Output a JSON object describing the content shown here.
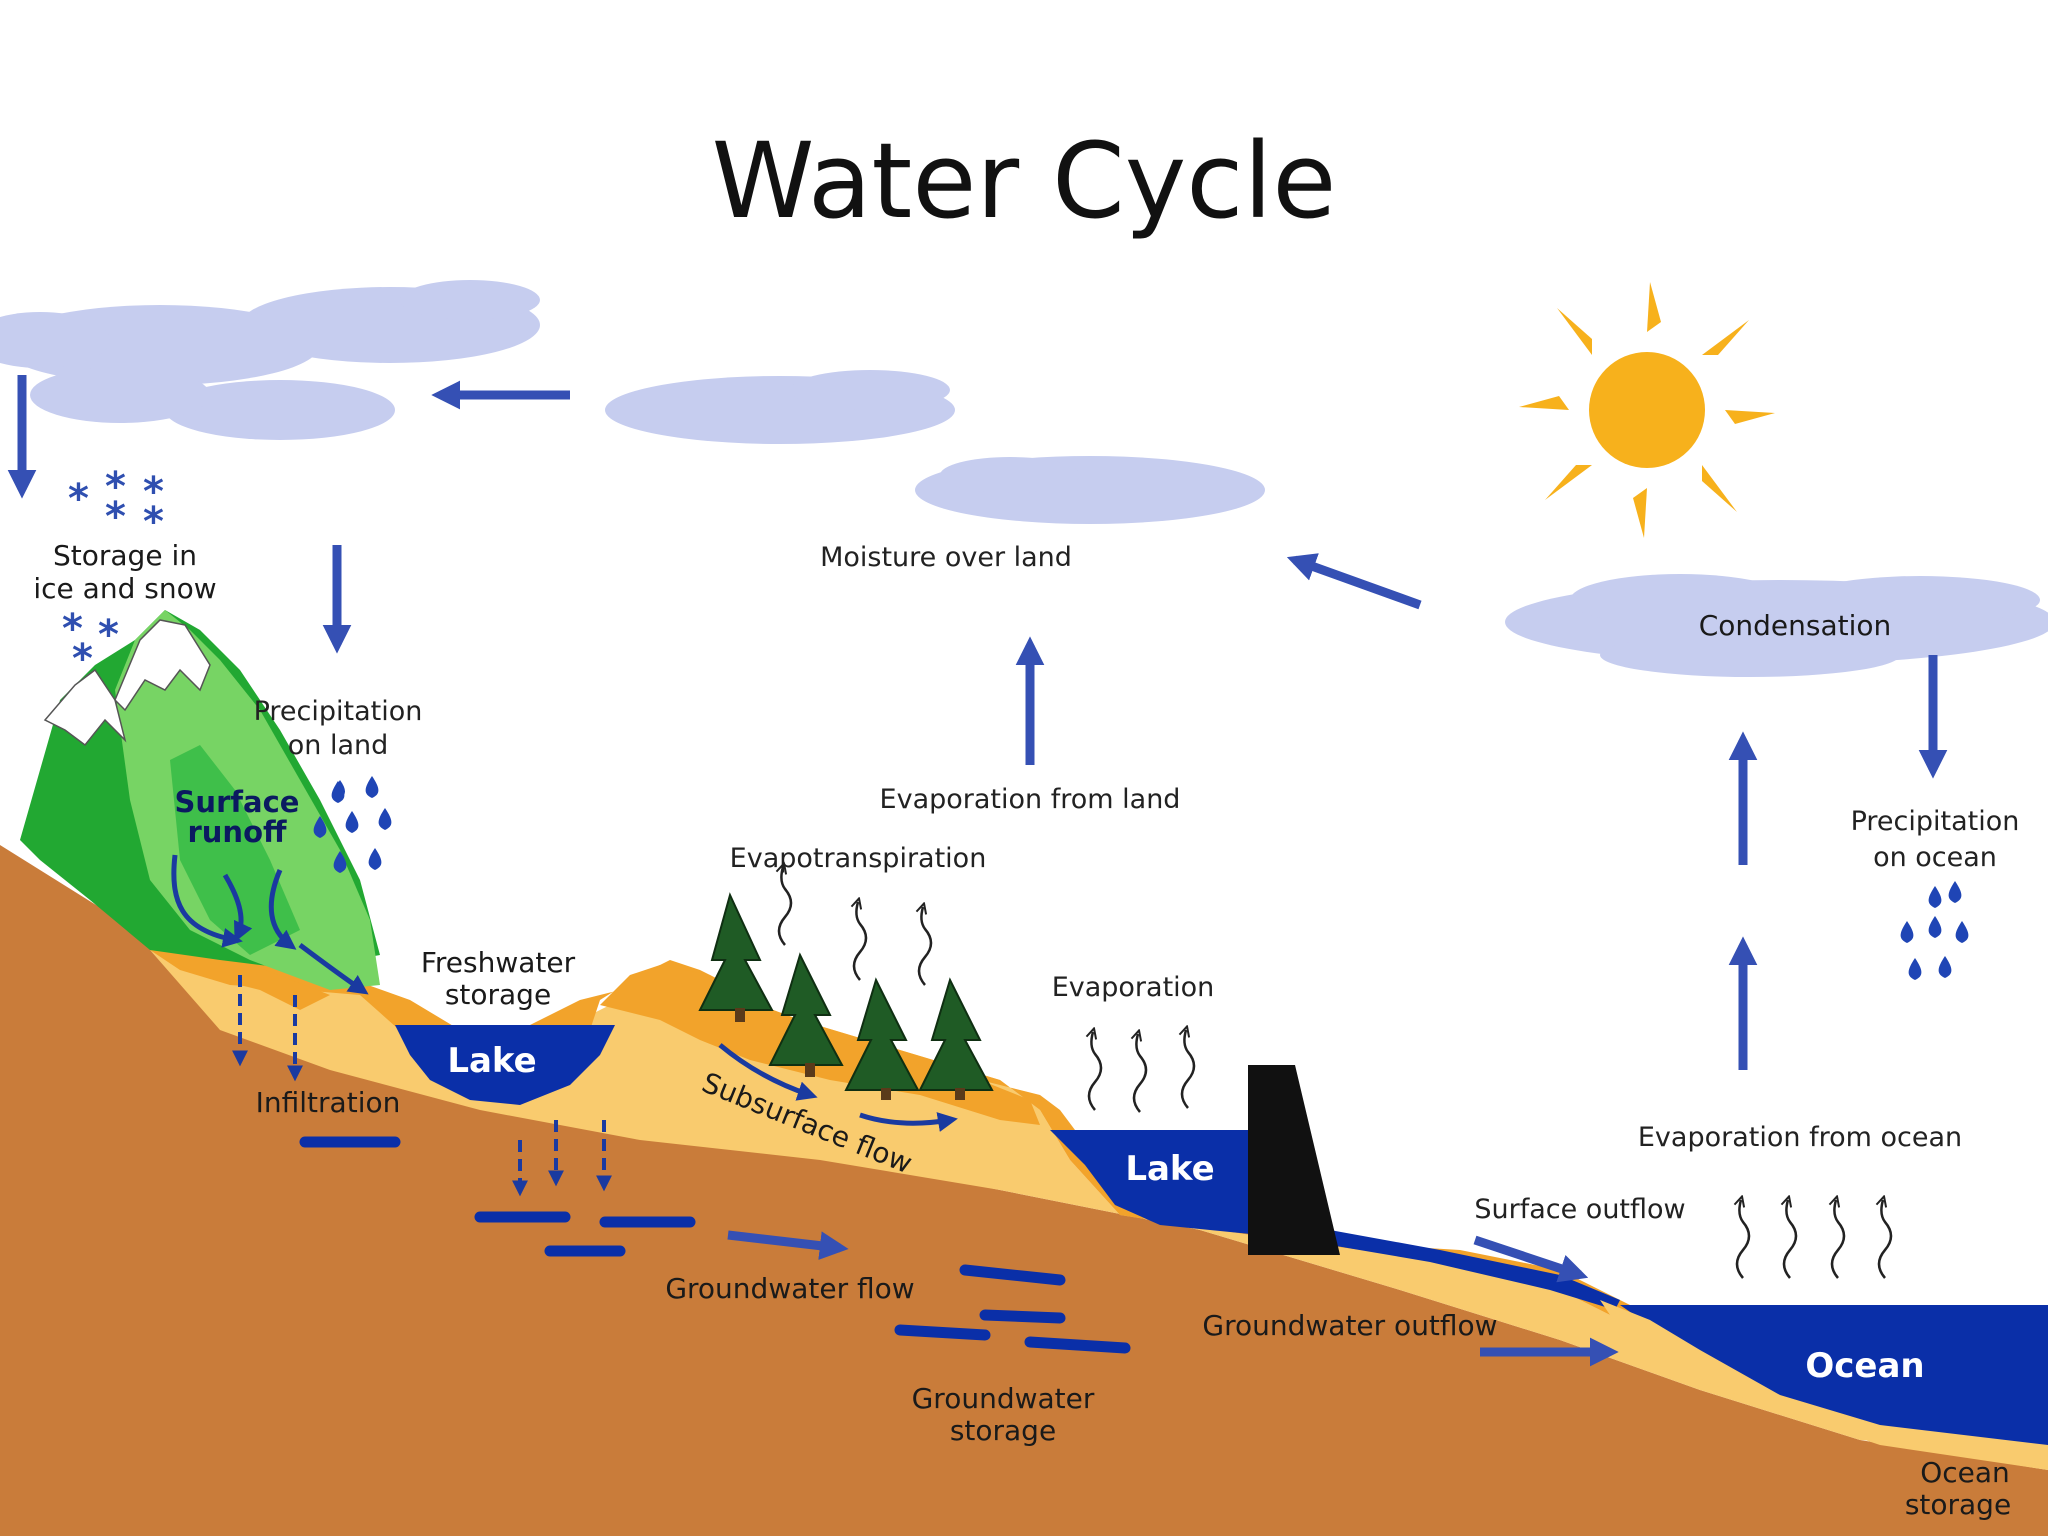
{
  "title": "Water Cycle",
  "colors": {
    "cloud": "#c6cdef",
    "arrow": "#3550b4",
    "water": "#0a2fa8",
    "sun": "#f7b11c",
    "soil_dark": "#c97c3a",
    "soil_orange": "#f2a32b",
    "soil_light": "#f9cb6e",
    "mountain_green": "#22a832",
    "tree_green": "#1f5b25"
  },
  "labels": {
    "storage_ice_snow": [
      "Storage in",
      "ice and snow"
    ],
    "precipitation_land": [
      "Precipitation",
      "on land"
    ],
    "surface_runoff": [
      "Surface",
      "runoff"
    ],
    "freshwater_storage": [
      "Freshwater",
      "storage"
    ],
    "lake1": "Lake",
    "infiltration": "Infiltration",
    "moisture_over_land": "Moisture over land",
    "evaporation_land": "Evaporation from land",
    "evapotranspiration": "Evapotranspiration",
    "subsurface_flow": "Subsurface flow",
    "evaporation": "Evaporation",
    "lake2": "Lake",
    "groundwater_flow": "Groundwater flow",
    "groundwater_storage": [
      "Groundwater",
      "storage"
    ],
    "groundwater_outflow": "Groundwater outflow",
    "condensation": "Condensation",
    "precipitation_ocean": [
      "Precipitation",
      "on ocean"
    ],
    "evaporation_ocean": "Evaporation from ocean",
    "surface_outflow": "Surface outflow",
    "ocean": "Ocean",
    "ocean_storage": [
      "Ocean",
      "storage"
    ]
  },
  "icons": [
    "sun-icon",
    "cloud-icon",
    "snowflake-icon",
    "raindrop-icon",
    "tree-icon",
    "dam-icon",
    "arrow-icon"
  ]
}
